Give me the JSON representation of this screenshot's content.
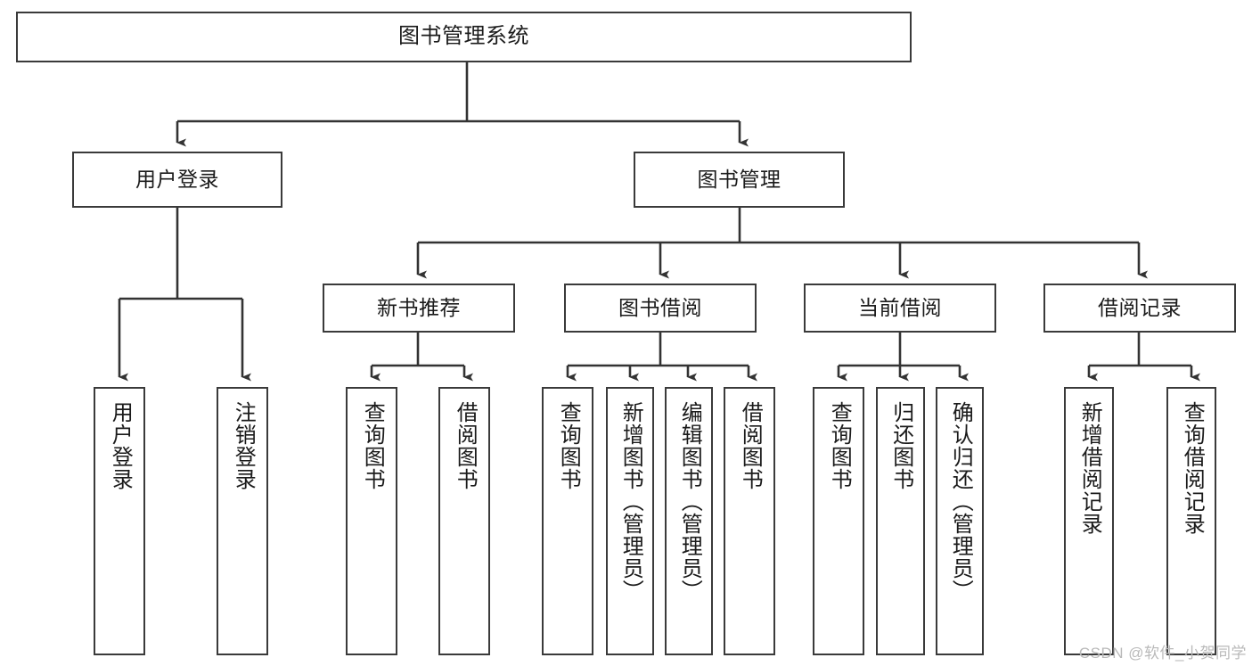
{
  "diagram": {
    "title": "图书管理系统",
    "type": "tree-hierarchy-chart",
    "root": {
      "id": "root",
      "label": "图书管理系统"
    },
    "level2": [
      {
        "id": "user-login",
        "label": "用户登录"
      },
      {
        "id": "book-management",
        "label": "图书管理"
      }
    ],
    "level3": [
      {
        "id": "new-book-recommend",
        "label": "新书推荐"
      },
      {
        "id": "book-borrow",
        "label": "图书借阅"
      },
      {
        "id": "current-borrow",
        "label": "当前借阅"
      },
      {
        "id": "borrow-record",
        "label": "借阅记录"
      }
    ],
    "leaves": {
      "user_login": [
        {
          "id": "leaf-user-login",
          "label": "用户登录"
        },
        {
          "id": "leaf-logout-login",
          "label": "注销登录"
        }
      ],
      "new_book_recommend": [
        {
          "id": "leaf-query-book-1",
          "label": "查询图书"
        },
        {
          "id": "leaf-borrow-book-1",
          "label": "借阅图书"
        }
      ],
      "book_borrow": [
        {
          "id": "leaf-query-book-2",
          "label": "查询图书"
        },
        {
          "id": "leaf-add-book",
          "label": "新增图书（管理员）"
        },
        {
          "id": "leaf-edit-book",
          "label": "编辑图书（管理员）"
        },
        {
          "id": "leaf-borrow-book-2",
          "label": "借阅图书"
        }
      ],
      "current_borrow": [
        {
          "id": "leaf-query-book-3",
          "label": "查询图书"
        },
        {
          "id": "leaf-return-book",
          "label": "归还图书"
        },
        {
          "id": "leaf-confirm-return",
          "label": "确认归还（管理员）"
        }
      ],
      "borrow_record": [
        {
          "id": "leaf-add-record",
          "label": "新增借阅记录"
        },
        {
          "id": "leaf-query-record",
          "label": "查询借阅记录"
        }
      ]
    },
    "watermark": "CSDN @软件_小贺同学",
    "colors": {
      "background": "#ffffff",
      "border": "#3a3a3a",
      "text": "#1b1b1b",
      "edge": "#333333",
      "watermark": "#b9b9b9"
    }
  }
}
